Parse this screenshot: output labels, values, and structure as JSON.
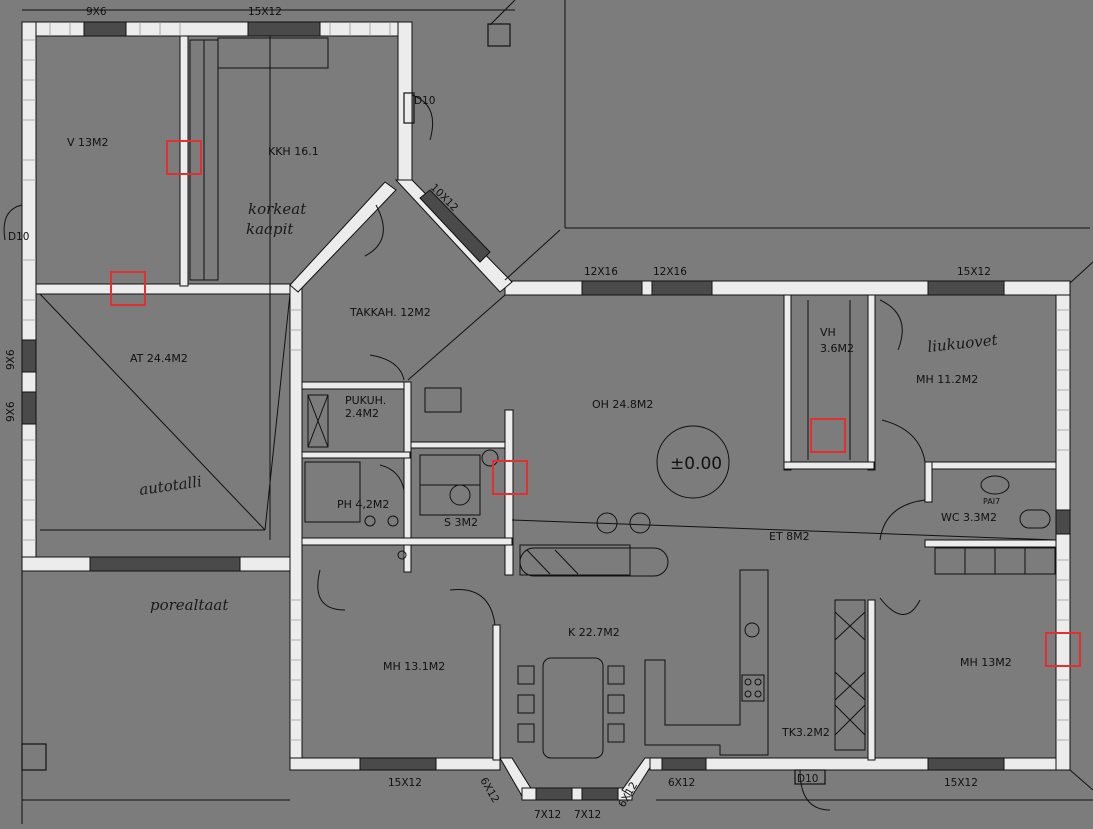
{
  "colors": {
    "background": "#7c7c7c",
    "wall": "#ececec",
    "line": "#111111",
    "highlight": "#e23030"
  },
  "rooms": {
    "v": "V 13M2",
    "kkh": "KKH 16.1",
    "takkah": "TAKKAH. 12M2",
    "at": "AT 24.4M2",
    "pukuh": "PUKUH.",
    "pukuh_area": "2.4M2",
    "ph": "PH 4,2M2",
    "s": "S 3M2",
    "oh": "OH 24.8M2",
    "vh": "VH",
    "vh_area": "3.6M2",
    "mh_ne": "MH 11.2M2",
    "wc": "WC 3.3M2",
    "et": "ET 8M2",
    "k": "K 22.7M2",
    "mh_sw": "MH 13.1M2",
    "tk": "TK3.2M2",
    "mh_se": "MH 13M2"
  },
  "level": "±0.00",
  "windows": {
    "w_9x6_top": "9X6",
    "w_15x12_top": "15X12",
    "w_10x12": "10X12",
    "w_12x16_a": "12X16",
    "w_12x16_b": "12X16",
    "w_15x12_ne": "15X12",
    "w_9x6_left_a": "9X6",
    "w_9x6_left_b": "9X6",
    "w_15x12_bottom_left": "15X12",
    "w_6x12_left": "6X12",
    "w_7x12_a": "7X12",
    "w_7x12_b": "7X12",
    "w_6x12_right": "6X12",
    "w_6x12_se": "6X12",
    "w_15x12_bottom_right": "15X12"
  },
  "doors": {
    "d10_top": "D10",
    "d10_left": "D10",
    "d10_bottom": "D10"
  },
  "fixtures": {
    "pai": "PAI7"
  },
  "handwriting": {
    "kkh_note_1": "korkeat",
    "kkh_note_2": "kaapit",
    "vh_note": "liukuovet",
    "at_note": "autotalli",
    "sw_note": "porealtaat"
  }
}
